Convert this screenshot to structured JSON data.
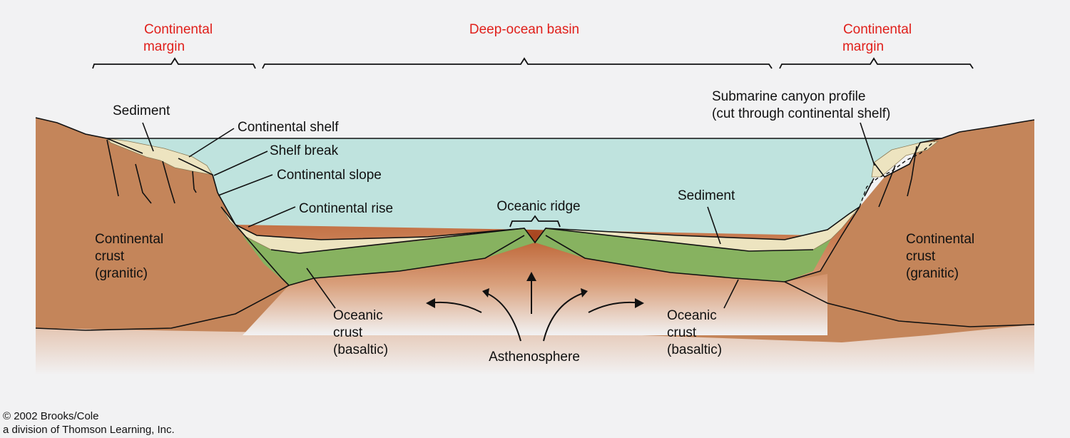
{
  "regions": {
    "left_margin": [
      "Continental",
      "margin"
    ],
    "basin": "Deep-ocean basin",
    "right_margin": [
      "Continental",
      "margin"
    ]
  },
  "labels": {
    "sediment_left": "Sediment",
    "continental_shelf": "Continental shelf",
    "shelf_break": "Shelf break",
    "continental_slope": "Continental slope",
    "continental_rise": "Continental rise",
    "oceanic_ridge": "Oceanic ridge",
    "sediment_right": "Sediment",
    "canyon": [
      "Submarine canyon profile",
      "(cut through continental shelf)"
    ],
    "crust_left": [
      "Continental",
      "crust",
      "(granitic)"
    ],
    "crust_right": [
      "Continental",
      "crust",
      "(granitic)"
    ],
    "oceanic_left": [
      "Oceanic",
      "crust",
      "(basaltic)"
    ],
    "oceanic_right": [
      "Oceanic",
      "crust",
      "(basaltic)"
    ],
    "asthenosphere": "Asthenosphere"
  },
  "copyright": [
    "© 2002 Brooks/Cole",
    "a division of Thomson Learning, Inc."
  ],
  "colors": {
    "water": "#bfe3de",
    "continent": "#c4855a",
    "oceanic_crust": "#87b260",
    "sediment": "#ede4c0",
    "mantle": "#c06a3c",
    "heading": "#e0201b"
  }
}
